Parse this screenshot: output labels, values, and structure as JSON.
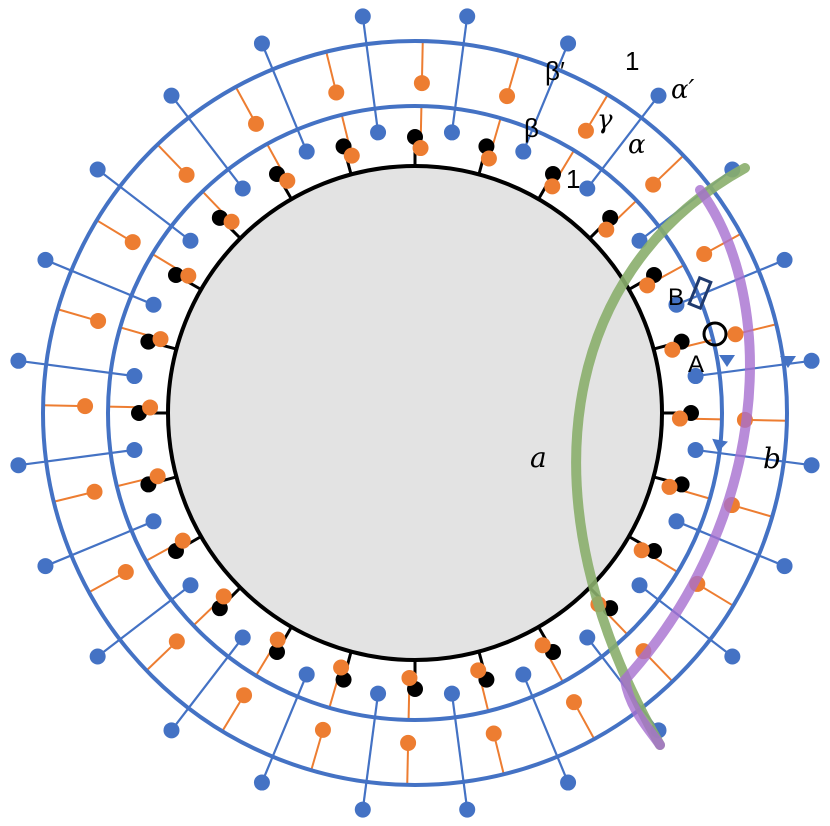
{
  "colors": {
    "disk_fill": "#e3e3e3",
    "black": "#000000",
    "blue": "#4472c4",
    "orange": "#ed7d31",
    "green": "#8aae6b",
    "purple": "#a66fd0"
  },
  "labels": {
    "beta_prime": "β′",
    "beta": "β",
    "gamma": "γ",
    "alpha": "α",
    "alpha_prime": "α′",
    "one_outer": "1",
    "one_inner": "1",
    "point_A": "A",
    "point_B": "B",
    "curve_a": "a",
    "curve_b": "b"
  }
}
